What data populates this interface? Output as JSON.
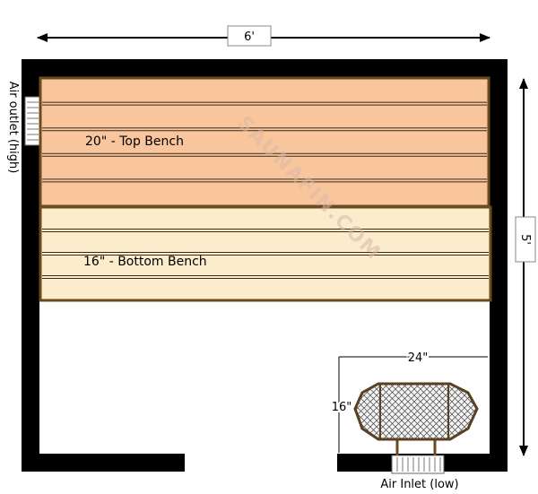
{
  "dimensions": {
    "width_label": "6'",
    "depth_label": "5'"
  },
  "benches": {
    "top": {
      "label": "20\" - Top Bench",
      "color": "#f8c59c",
      "slat_count": 5
    },
    "bottom": {
      "label": "16\" - Bottom Bench",
      "color": "#fbeccb",
      "slat_count": 4
    }
  },
  "heater": {
    "width_label": "24\"",
    "depth_label": "16\"",
    "icon": "heater-grid-icon"
  },
  "vents": {
    "outlet_label": "Air outlet (high)",
    "inlet_label": "Air Inlet (low)"
  },
  "watermark": "SAUNAFIN.COM",
  "colors": {
    "wall": "#000000",
    "bench_border": "#6b4a1e",
    "slat_line": "#3a2a18"
  }
}
